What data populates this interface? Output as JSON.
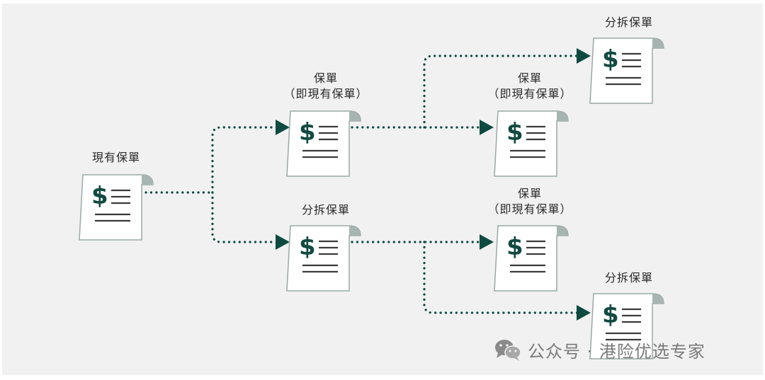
{
  "nodes": {
    "root": {
      "title": "現有保單"
    },
    "policy_mid": {
      "title": "保單",
      "subtitle": "（即現有保單）"
    },
    "split_mid": {
      "title": "分拆保單"
    },
    "top_split": {
      "title": "分拆保單"
    },
    "top_policy": {
      "title": "保單",
      "subtitle": "（即現有保單）"
    },
    "bottom_policy": {
      "title": "保單",
      "subtitle": "（即現有保單）"
    },
    "bottom_split": {
      "title": "分拆保單"
    }
  },
  "doc_icon": {
    "symbol": "$",
    "icon": "policy-document-icon"
  },
  "watermark": {
    "text": "公众号 · 港险优选专家",
    "icon": "wechat-icon"
  },
  "colors": {
    "arrow": "#0e4a40",
    "dollar": "#124a40",
    "paper_fill": "#ffffff",
    "paper_stroke": "#9aa9a6",
    "curl": "#a7b5b2",
    "lines": "#3a3a3a",
    "background": "#f1f1f1"
  }
}
